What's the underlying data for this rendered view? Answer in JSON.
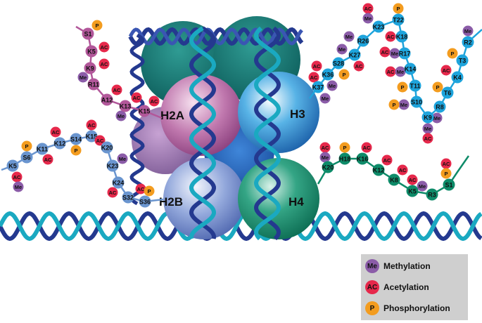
{
  "histones": {
    "h2a": "H2A",
    "h3": "H3",
    "h2b": "H2B",
    "h4": "H4"
  },
  "legend": {
    "methylation": {
      "badge": "Me",
      "label": "Methylation"
    },
    "acetylation": {
      "badge": "AC",
      "label": "Acetylation"
    },
    "phosphorylation": {
      "badge": "P",
      "label": "Phosphorylation"
    }
  },
  "colors": {
    "methylation": "#8b5ca8",
    "acetylation": "#e6284b",
    "phosphorylation": "#f39c1f",
    "h2a_tail": "#b2579a",
    "h2b_tail": "#6a95cf",
    "h3_tail": "#1ea4dc",
    "h4_tail": "#0e8b69",
    "dna_dark": "#24398f",
    "dna_light": "#1aa9c1"
  },
  "residues": {
    "h2a": [
      "S1",
      "K5",
      "K9",
      "R11",
      "A12",
      "K13",
      "K15"
    ],
    "h2b": [
      "K5",
      "S6",
      "K11",
      "K12",
      "S14",
      "K15",
      "K20",
      "K23",
      "K24",
      "S32",
      "S36"
    ],
    "h3": [
      "R2",
      "T3",
      "K4",
      "T6",
      "R8",
      "K9",
      "S10",
      "T11",
      "K14",
      "R17",
      "K18",
      "T22",
      "K23",
      "R26",
      "K27",
      "S28",
      "K36",
      "K37"
    ],
    "h4": [
      "S1",
      "R3",
      "K5",
      "K8",
      "K12",
      "K16",
      "H18",
      "K20"
    ]
  },
  "marks": {
    "me": "Me",
    "ac": "AC",
    "p": "P"
  }
}
